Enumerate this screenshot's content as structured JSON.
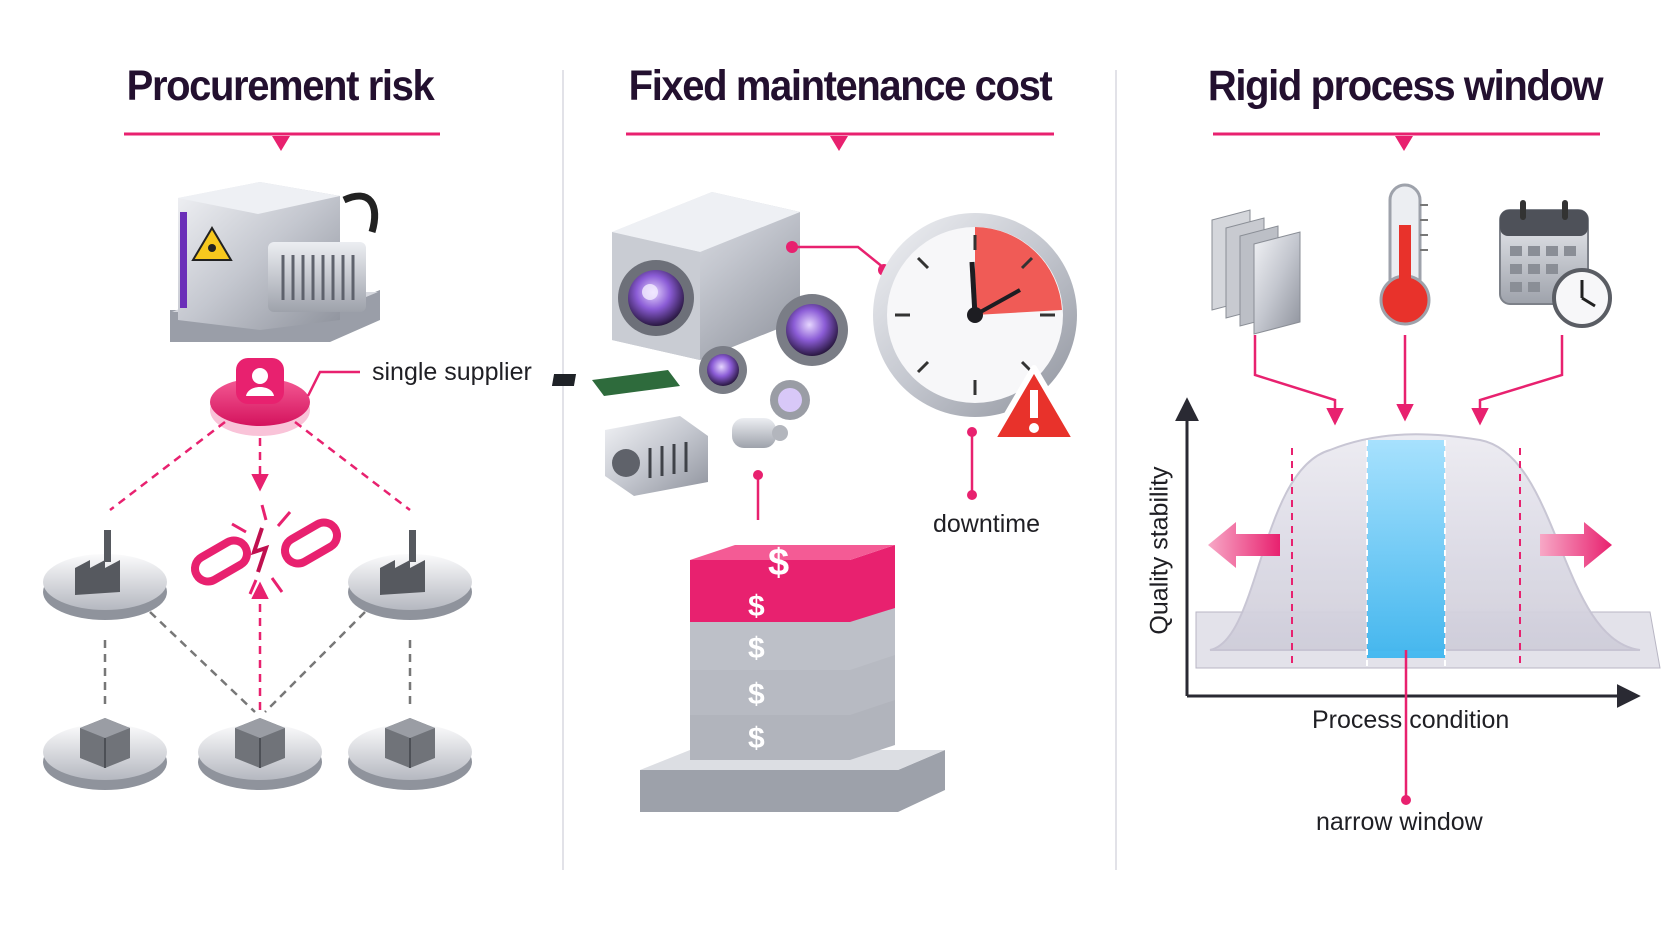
{
  "panels": [
    {
      "title": "Procurement risk",
      "labels": {
        "supplier": "single supplier"
      }
    },
    {
      "title": "Fixed maintenance cost",
      "labels": {
        "downtime": "downtime"
      },
      "cost_symbol": "$"
    },
    {
      "title": "Rigid process window",
      "labels": {
        "y_axis": "Quality stability",
        "x_axis": "Process condition",
        "window": "narrow window"
      }
    }
  ],
  "colors": {
    "accent": "#e8216f",
    "title": "#23102f",
    "metal": "#b9bcc4",
    "window": "#5cc6f5"
  },
  "icons": [
    "laser-module-icon",
    "supplier-person-icon",
    "factory-icon",
    "broken-chain-icon",
    "box-icon",
    "camera-module-icon",
    "lens-icon",
    "circuit-board-icon",
    "stopwatch-icon",
    "warning-icon",
    "dollar-stack-icon",
    "material-sheets-icon",
    "thermometer-icon",
    "calendar-clock-icon"
  ]
}
